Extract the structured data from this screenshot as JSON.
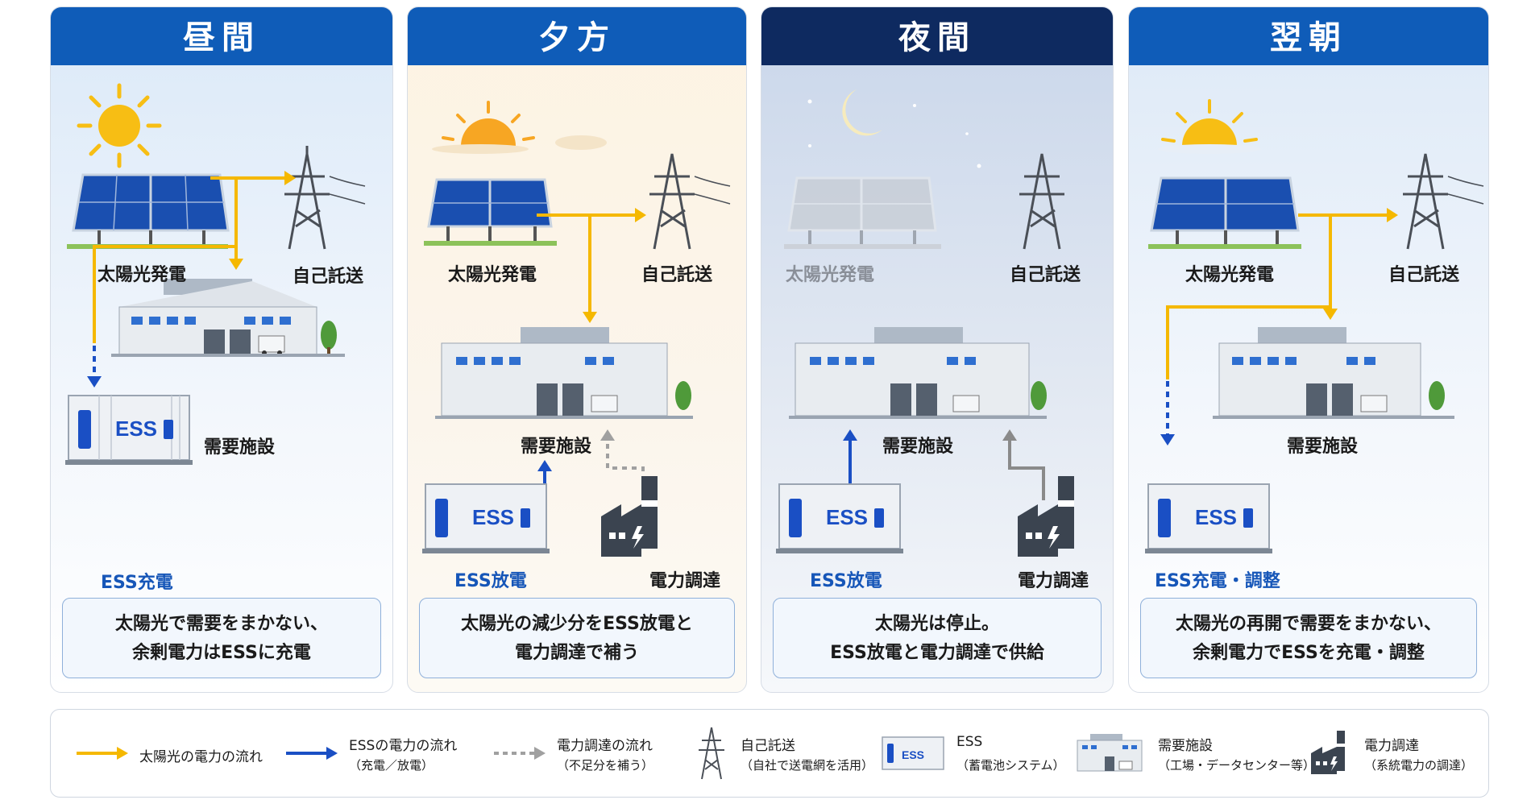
{
  "panels": [
    {
      "title": "昼間",
      "solar": "太陽光発電",
      "transmission": "自己託送",
      "facility": "需要施設",
      "ess_label": "ESS",
      "ess_status": "ESS充電",
      "procurement": "",
      "note_line1": "太陽光で需要をまかない、",
      "note_line2": "余剰電力はESSに充電"
    },
    {
      "title": "夕方",
      "solar": "太陽光発電",
      "transmission": "自己託送",
      "facility": "需要施設",
      "ess_label": "ESS",
      "ess_status": "ESS放電",
      "procurement": "電力調達",
      "note_line1": "太陽光の減少分をESS放電と",
      "note_line2": "電力調達で補う"
    },
    {
      "title": "夜間",
      "solar": "太陽光発電",
      "transmission": "自己託送",
      "facility": "需要施設",
      "ess_label": "ESS",
      "ess_status": "ESS放電",
      "procurement": "電力調達",
      "note_line1": "太陽光は停止。",
      "note_line2": "ESS放電と電力調達で供給"
    },
    {
      "title": "翌朝",
      "solar": "太陽光発電",
      "transmission": "自己託送",
      "facility": "需要施設",
      "ess_label": "ESS",
      "ess_status": "ESS充電・調整",
      "procurement": "",
      "note_line1": "太陽光の再開で需要をまかない、",
      "note_line2": "余剰電力でESSを充電・調整"
    }
  ],
  "legend": {
    "solar_flow": "太陽光の電力の流れ",
    "ess_flow_1": "ESSの電力の流れ",
    "ess_flow_2": "（充電／放電）",
    "proc_flow_1": "電力調達の流れ",
    "proc_flow_2": "（不足分を補う）",
    "trans_1": "自己託送",
    "trans_2": "（自社で送電網を活用）",
    "ess_1": "ESS",
    "ess_2": "（蓄電池システム）",
    "fac_1": "需要施設",
    "fac_2": "（工場・データセンター等）",
    "proc_1": "電力調達",
    "proc_2": "（系統電力の調達）",
    "mini_ess": "ESS"
  },
  "colors": {
    "solar": "#f5b800",
    "ess": "#1a4fc4",
    "procurement": "#a0a0a0",
    "header": "#0f5cb8",
    "header_night": "#0e2a60"
  }
}
